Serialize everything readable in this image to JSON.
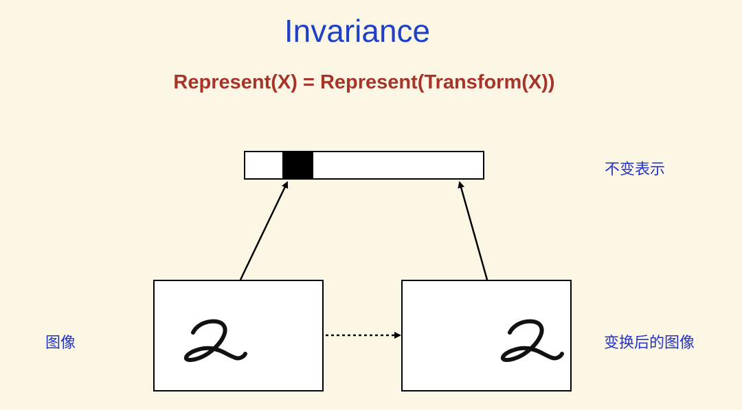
{
  "diagram": {
    "title": "Invariance",
    "formula": "Represent(X) = Represent(Transform(X))",
    "labels": {
      "representation": "不变表示",
      "image": "图像",
      "transformed_image": "变换后的图像"
    },
    "digit_glyph": "2",
    "colors": {
      "background": "#fbf7e4",
      "title": "#1f3fc4",
      "formula": "#a7342b",
      "label": "#2233c8"
    }
  }
}
